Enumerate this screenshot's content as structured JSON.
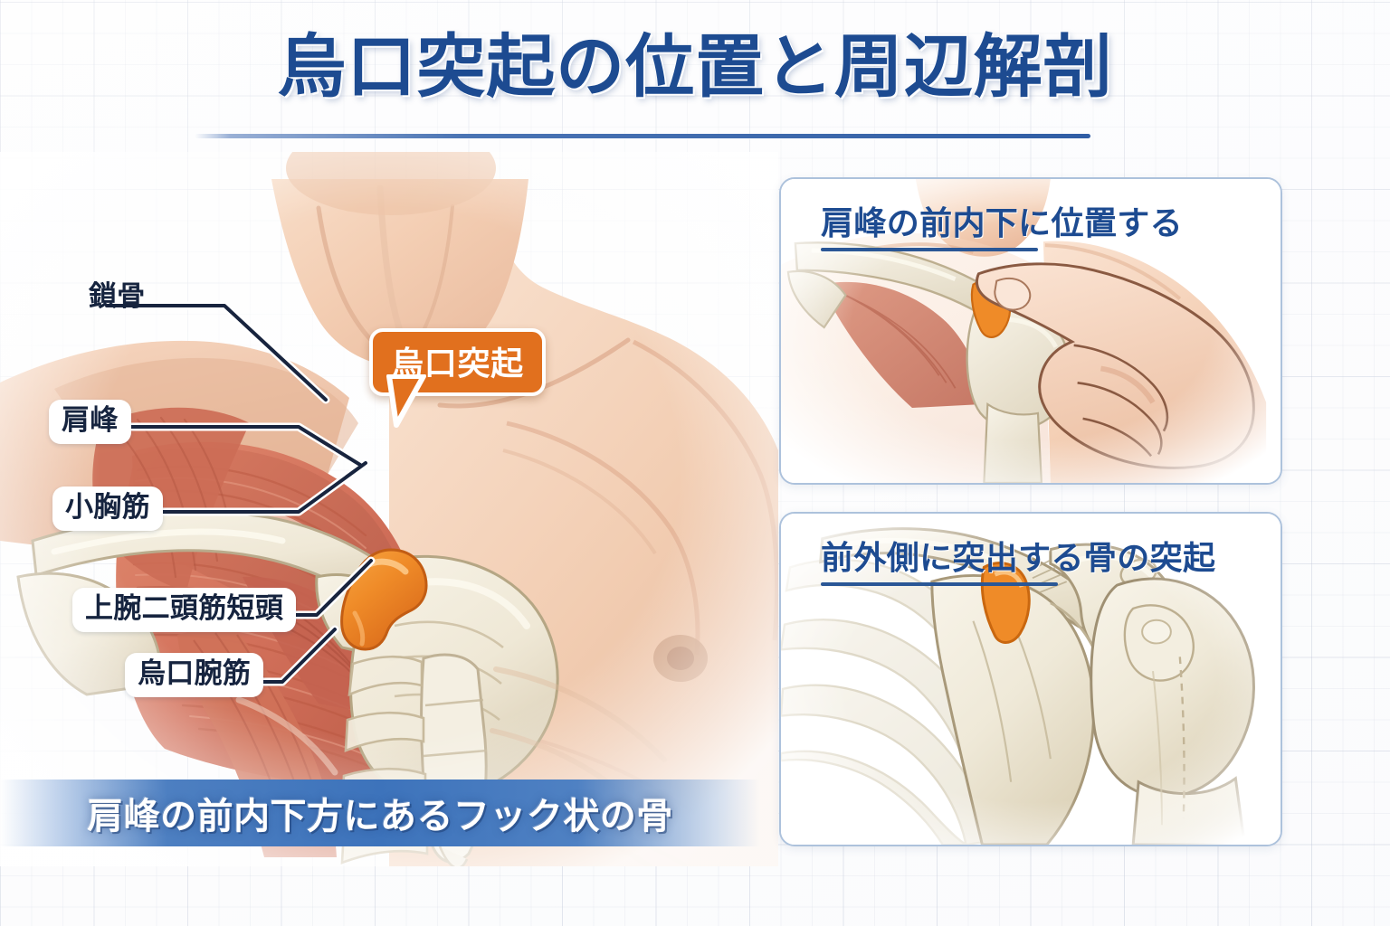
{
  "page": {
    "title": "烏口突起の位置と周辺解剖",
    "language": "ja"
  },
  "colors": {
    "title_blue": "#1d4b91",
    "panel_border": "#adc2dc",
    "callout_orange": "#e1701e",
    "highlight_orange": "#ef8b28",
    "label_text": "#16243f",
    "caption_bar_blue": "#3d73bb",
    "bone": "#f1ece0",
    "muscle": "#d5735a",
    "skin": "#f4d2ba"
  },
  "main_illustration": {
    "name": "前面から見た肩・胸部の解剖図",
    "callout": {
      "label": "烏口突起",
      "style": "orange-badge"
    },
    "labels": [
      {
        "id": "clavicle",
        "text": "鎖骨"
      },
      {
        "id": "acromion",
        "text": "肩峰"
      },
      {
        "id": "pec-minor",
        "text": "小胸筋"
      },
      {
        "id": "biceps-short",
        "text": "上腕二頭筋短頭"
      },
      {
        "id": "coracobrach",
        "text": "烏口腕筋"
      }
    ],
    "caption": "肩峰の前内下方にあるフック状の骨"
  },
  "panels": [
    {
      "id": "palpation",
      "title": "肩峰の前内下に位置する",
      "art_description": "指で烏口突起を触知する手と肩の図"
    },
    {
      "id": "skeleton",
      "title": "前外側に突出する骨の突起",
      "art_description": "鎖骨・肩甲骨・上腕骨と烏口突起の骨格図"
    }
  ],
  "background": {
    "pattern": "graph-paper-grid"
  }
}
